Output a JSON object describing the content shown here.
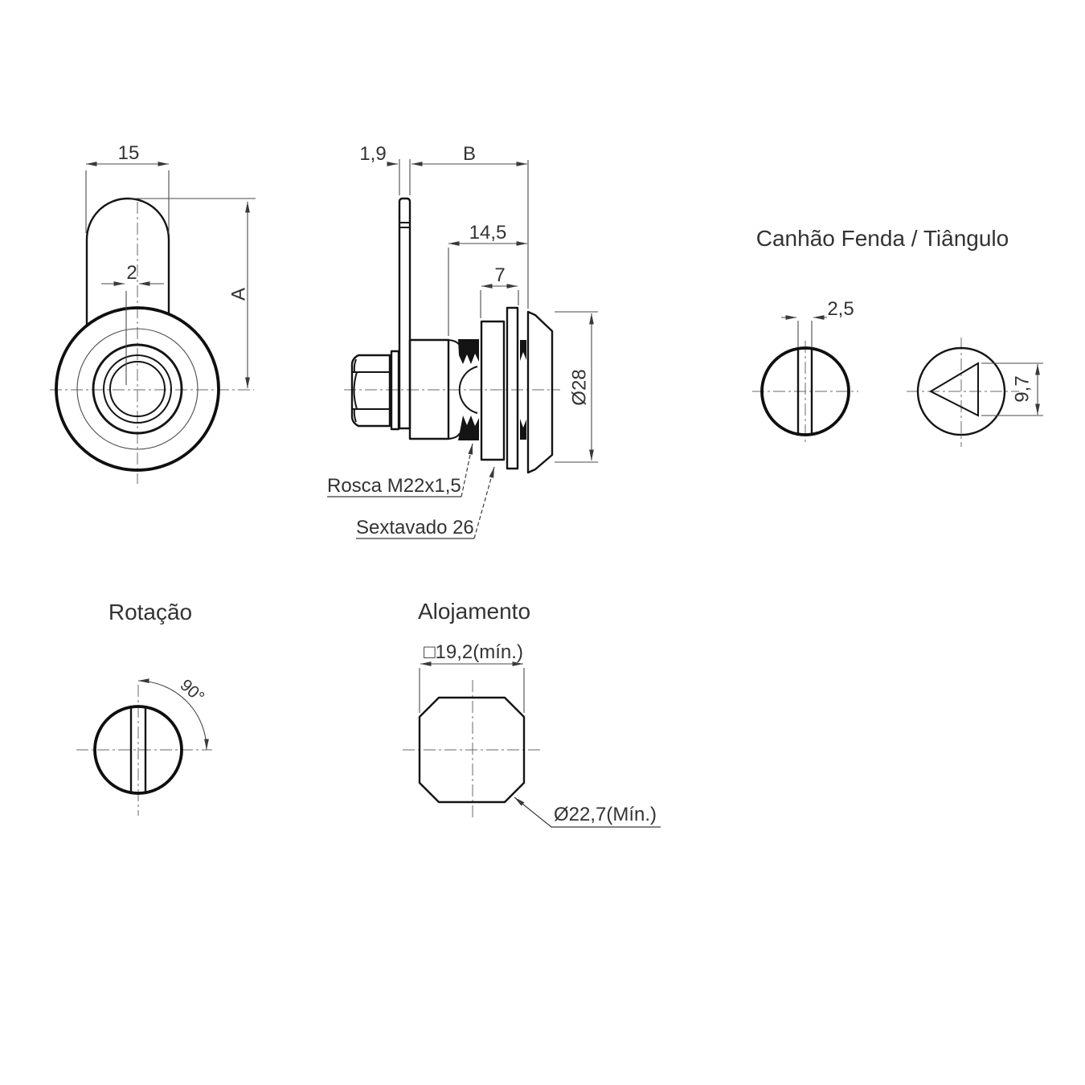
{
  "colors": {
    "background": "#ffffff",
    "object_line": "#141414",
    "thin_line": "#4a4a4a",
    "centerline": "#6a6a6a",
    "text": "#333333"
  },
  "front_view": {
    "width": "15",
    "slot_offset": "2",
    "height_label": "A"
  },
  "side_view": {
    "cam_thickness": "1,9",
    "length_label": "B",
    "thread_length": "14,5",
    "hex_flange_length": "7",
    "flange_diameter": "Ø28",
    "thread_label": "Rosca M22x1,5",
    "hex_label": "Sextavado 26"
  },
  "key_views": {
    "title": "Canhão Fenda / Tiângulo",
    "slot_width": "2,5",
    "triangle_height": "9,7"
  },
  "rotation_view": {
    "title": "Rotação",
    "angle": "90°"
  },
  "housing_view": {
    "title": "Alojamento",
    "square_dim": "□19,2(mín.)",
    "min_diameter": "Ø22,7(Mín.)"
  }
}
